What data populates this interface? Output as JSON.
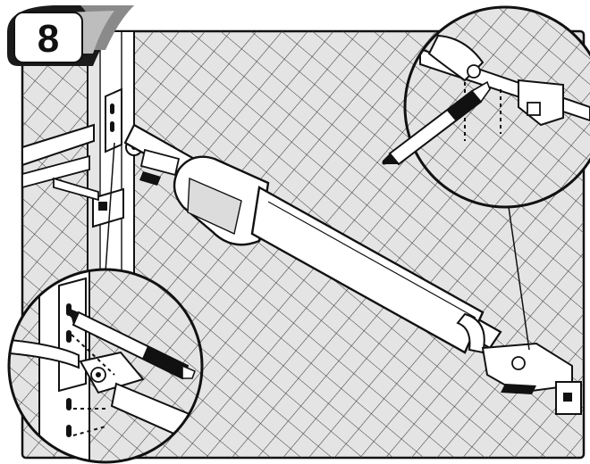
{
  "step": {
    "number": "8"
  },
  "colors": {
    "ink": "#111111",
    "fence_bg": "#e4e4e4",
    "mesh_line": "#3a3a3a",
    "part_fill": "#ffffff",
    "shade": "#cfcfcf",
    "badge_dark": "#1a1a1a",
    "badge_mid": "#8a8a8a"
  },
  "icons": {
    "step_badge": "numbered-step-badge",
    "main_part": "gate-opener-arm",
    "marker": "marker-pen-icon",
    "detail_view": "magnifier-callout"
  }
}
